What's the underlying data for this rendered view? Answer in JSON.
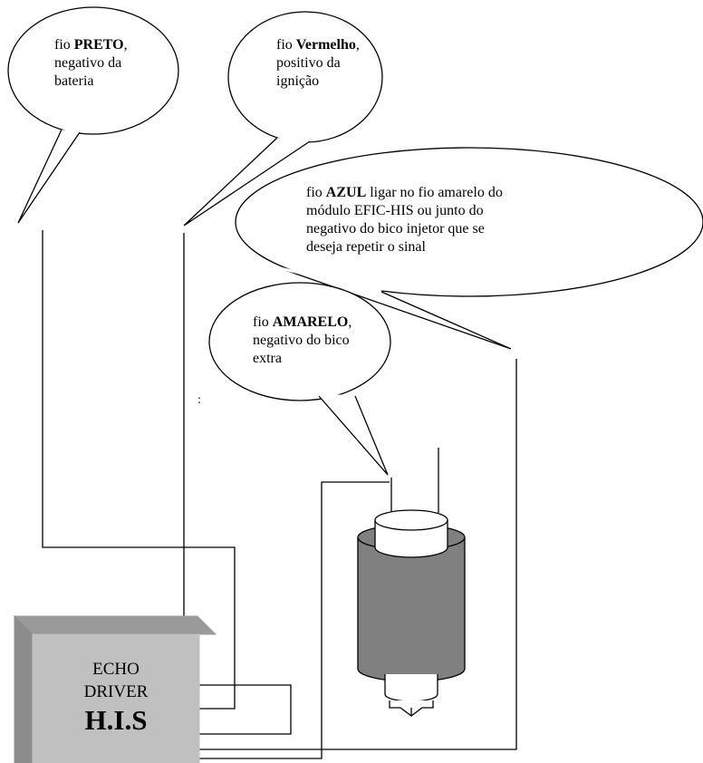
{
  "callouts": {
    "preto": {
      "prefix": "fio ",
      "bold": "PRETO",
      "suffix": ",",
      "line2": "negativo da",
      "line3": "bateria"
    },
    "vermelho": {
      "prefix": "fio ",
      "bold": "Vermelho",
      "suffix": ",",
      "line2": "positivo da",
      "line3": "ignição"
    },
    "azul": {
      "prefix": "fio ",
      "bold": "AZUL",
      "suffix": " ligar no fio amarelo do",
      "line2": "módulo EFIC-HIS ou junto do",
      "line3": "negativo do bico injetor que se",
      "line4": "deseja  repetir  o sinal"
    },
    "amarelo": {
      "prefix": "fio ",
      "bold": "AMARELO",
      "suffix": ",",
      "line2": "negativo do bico",
      "line3": "extra"
    }
  },
  "stray_mark": ":",
  "driver_box": {
    "line1": "ECHO",
    "line2": "DRIVER",
    "line3": "H.I.S"
  }
}
